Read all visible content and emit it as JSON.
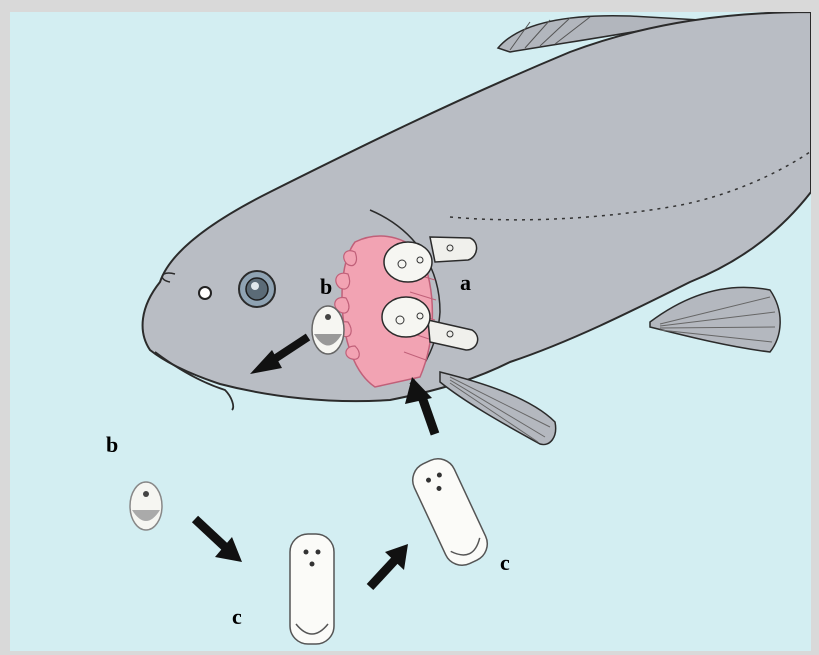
{
  "labels": {
    "a": "a",
    "b_on_fish": "b",
    "b_free": "b",
    "c_left": "c",
    "c_right": "c"
  },
  "colors": {
    "background": "#d3eef2",
    "fish_body": "#b9bdc4",
    "fish_outline": "#2b2b2b",
    "gill": "#f2a3b3",
    "arrow": "#111111"
  }
}
